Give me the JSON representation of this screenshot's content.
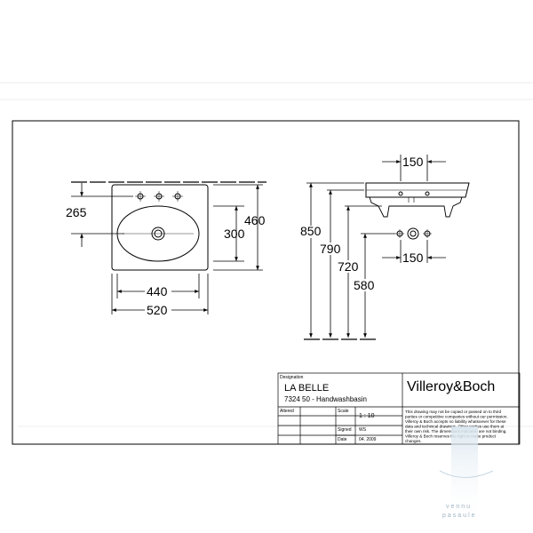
{
  "dimensions": {
    "front_width_outer": "520",
    "front_width_inner": "440",
    "front_height": "460",
    "bowl_depth": "300",
    "tap_offset": "265",
    "side_tap_spacing_top": "150",
    "side_tap_spacing_bottom": "150",
    "height_850": "850",
    "height_790": "790",
    "height_720": "720",
    "height_580": "580"
  },
  "title_block": {
    "designation_label": "Designation",
    "product_name": "LA BELLE",
    "product_code": "7324 50 - Handwashbasin",
    "brand": "Villeroy&Boch",
    "altered_label": "Altered",
    "scale_label": "Scale",
    "scale_value": "1 : 10",
    "signed_label": "Signed",
    "signed_value": "WS",
    "date_label": "Date",
    "date_value": "04. 2009",
    "notice_lines": [
      "This drawing may not be copied or passed on to third",
      "parties or competitive companies without our permission.",
      "Villeroy & Boch accepts no liability whatsoever for these",
      "data and technical drawings. Other parties use them at",
      "their own risk. The dimensions indicated are not binding.",
      "Villeroy & Boch reserves the right to make product",
      "changes."
    ]
  },
  "watermark": {
    "line1": "vennu",
    "line2": "pasaule"
  }
}
